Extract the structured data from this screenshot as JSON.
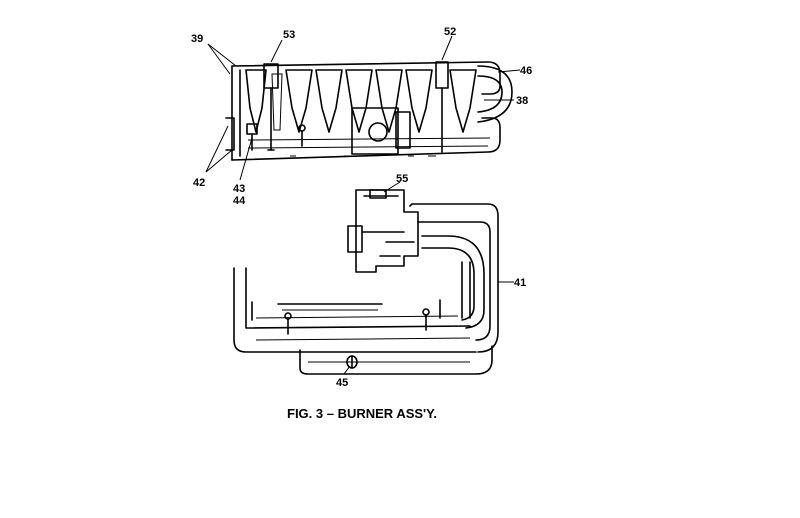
{
  "caption": "FIG. 3 – BURNER ASS'Y.",
  "callouts": {
    "c39": "39",
    "c53": "53",
    "c52": "52",
    "c46": "46",
    "c38": "38",
    "c42": "42",
    "c43": "43",
    "c44": "44",
    "c55": "55",
    "c41": "41",
    "c45": "45"
  }
}
